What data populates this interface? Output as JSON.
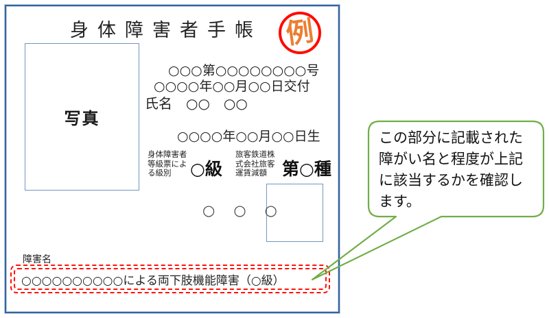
{
  "card": {
    "title": "身体障害者手帳",
    "stamp_label": "例",
    "photo_label": "写真",
    "lines": {
      "number": "○○○第○○○○○○○○号",
      "issued": "○○○○年○○月○○日交付",
      "name": "氏名　○○　○○",
      "birth": "○○○○年○○月○○日生"
    },
    "grade": {
      "label": "身体障害者\n等級票によ\nる級別",
      "value": "○級"
    },
    "fare": {
      "label": "旅客鉄道株\n式会社旅客\n運賃減額",
      "value": "第○種"
    },
    "circles_row": "○○○",
    "disability": {
      "label": "障害名",
      "value": "○○○○○○○○○○による両下肢機能障害（○級）"
    }
  },
  "callout": {
    "lines": [
      "この部分に記載された",
      "障がい名と程度が上記",
      "に該当するかを確認し",
      "ます。"
    ]
  },
  "colors": {
    "card_border_blue": "#35639c",
    "inner_box_blue": "#7296bb",
    "stamp_ring_red": "#ff0b00",
    "stamp_char_orange": "#ed7d31",
    "highlight_dash_red": "#ff1005",
    "callout_green": "#70ad47"
  }
}
